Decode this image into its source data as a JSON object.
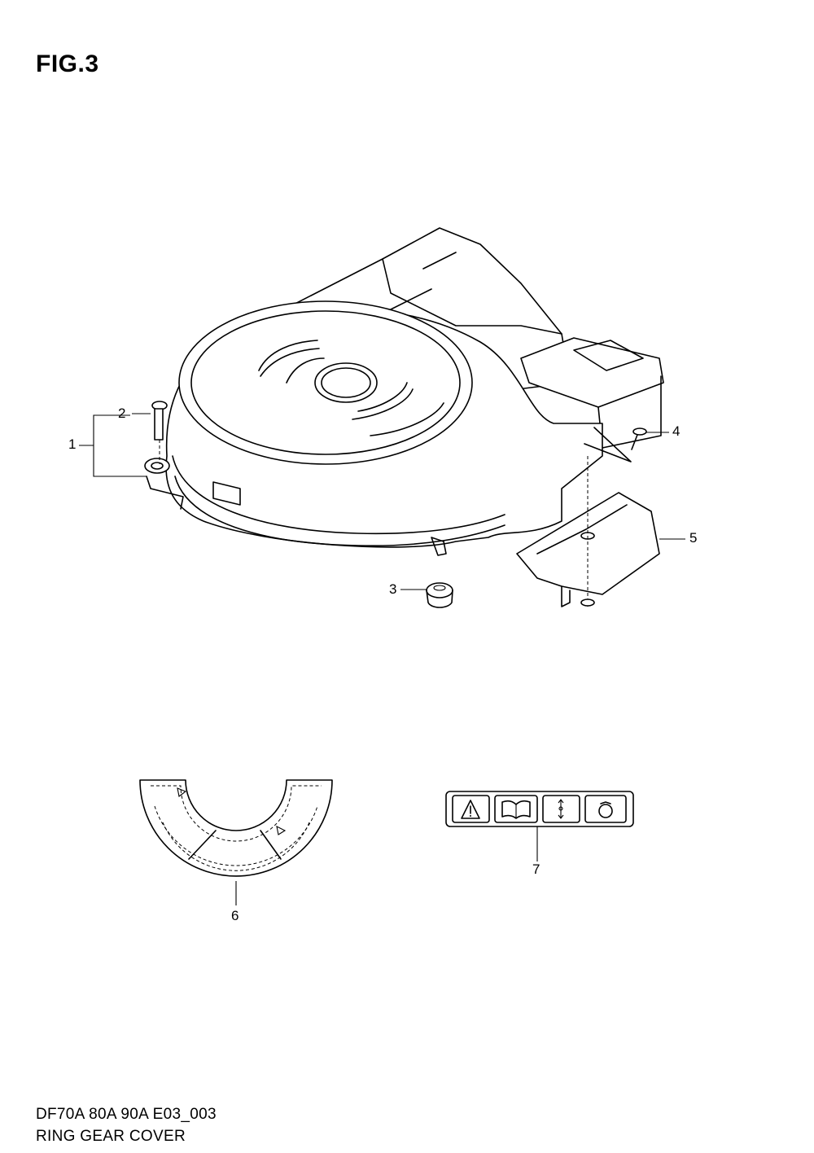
{
  "header": {
    "title": "FIG.3"
  },
  "callouts": {
    "c1": "1",
    "c2": "2",
    "c3": "3",
    "c4": "4",
    "c5": "5",
    "c6": "6",
    "c7": "7"
  },
  "footer": {
    "model_line": "DF70A 80A 90A E03_003",
    "caption": "RING GEAR COVER"
  }
}
